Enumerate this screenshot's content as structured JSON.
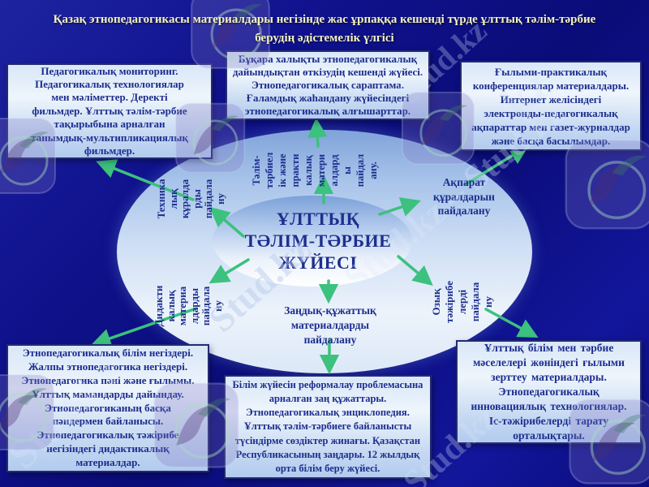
{
  "title": {
    "text": "Қазақ этнопедагогикасы материалдары  негізінде  жас  ұрпаққа  кешенді  түрде  ұлттық  тәлім-тәрбие\nберудің  әдістемелік  үлгісі"
  },
  "center_ellipse": {
    "line1": "ҰЛТТЫҚ",
    "line2": "ТӘЛІМ-ТӘРБИЕ",
    "line3": "ЖҮЙЕСІ"
  },
  "boxes": {
    "top_left": {
      "text": "Педагогикалық   мониторинг.\nПедагогикалық технологиялар\nмен  мәліметтер. Деректі\nфильмдер.  Ұлттық тәлім-тәрбие\nтақырыбына  арналған\nтанымдық-мультипликациялық\nфильмдер."
    },
    "top_center": {
      "text": "Бұқара халықты этнопедагогикалық\nдайындықтан  өткізудің кешенді жүйесі.\nЭтнопедагогикалық сараптама.\nҒаламдық жаһандану жүйесіндегі\nэтнопедагогикалық алғышарттар."
    },
    "top_right": {
      "text": "Ғылыми-практикалық\nконференциялар  материалдары.\nИнтернет желісіндегі\nэлектронды-педагогикалық\nақпараттар мен  газет-журналдар\nжәне  басқа басылымдар."
    },
    "bottom_left": {
      "text": "Этнопедагогикалық  білім негіздері.\nЖалпы  этнопедагогика негіздері.\nЭтнопедагогика  пәні  және  ғылымы.\nҰлттық мамандарды  дайындау.\nЭтнопедагогиканың   басқа\nпәндермен  байланысы.\nЭтнопедагогикалық тәжірибе\nнегізіндегі  дидактикалық\nматериалдар."
    },
    "bottom_center": {
      "text": "Білім жүйесін реформалау проблемасына\nарналған  заң  құжаттары.\nЭтнопедагогикалық энциклопедия.\nҰлттық тәлім-тәрбиеге байланысты\nтүсіндірме  сөздіктер  жинағы. Қазақстан\nРеспубликасының заңдары. 12 жылдық\nорта білім беру жүйесі."
    },
    "bottom_right": {
      "text": "Ұлттық  білім  мен  тәрбие\nмәселелері  жөніндегі  ғылыми\nзерттеу  материалдары.\nЭтнопедагогикалық\nинновациялық технологиялар.\nІс-тәжірибелерді  тарату\nорталықтары."
    }
  },
  "spokes": {
    "technical": {
      "text": "Техника\nлық\nқұралда\nрды\nпайдала\nну"
    },
    "upbringing": {
      "text": "Тәлім-\nтәрбиел\nік және\nпракти\nкалық\nматери\nалдард\nы\nпайдал\nану."
    },
    "information": {
      "text": "Ақпарат құралдарын пайдалану"
    },
    "didactic": {
      "text": "Дидакти\nкалық\nматериа\nлдарды\nпайдала\nну"
    },
    "legal": {
      "text": "Заңдық-құжаттық материалдарды пайдалану"
    },
    "experience": {
      "text": "Озық\nтәжірибе\nлерді\nпайдала\nну"
    }
  },
  "watermark": {
    "brand": "Stud.kz",
    "brand_pair": "Stud.kz – Stud.kz",
    "brand_kz": "kz"
  },
  "colors": {
    "background": "#0e1090",
    "box_background_top": "#d9e7f8",
    "box_background_bottom": "#b2cbee",
    "box_border": "#242a74",
    "text_navy": "#1c2d8e",
    "arrow_green": "#3cc17e",
    "title_yellow": "#f3f3c6"
  }
}
